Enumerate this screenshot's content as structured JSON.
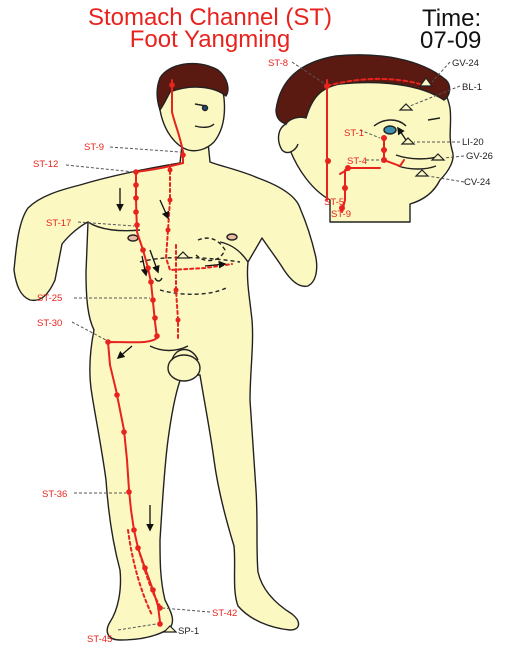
{
  "title_line1": "Stomach Channel (ST)",
  "title_line2": "Foot Yangming",
  "time_label": "Time:",
  "time_value": "07-09",
  "colors": {
    "channel": "#e8231d",
    "skin": "#fbf8c2",
    "hair": "#5a1a12",
    "outline": "#222222",
    "label": "#e8231d",
    "other_point": "#222222"
  },
  "points": {
    "st8": "ST-8",
    "st1": "ST-1",
    "st4": "ST-4",
    "st5": "ST-5",
    "st9_head": "ST-9",
    "st9": "ST-9",
    "st12": "ST-12",
    "st17": "ST-17",
    "st25": "ST-25",
    "st30": "ST-30",
    "st36": "ST-36",
    "st42": "ST-42",
    "st45": "ST-45"
  },
  "other_points": {
    "gv24": "GV-24",
    "bl1": "BL-1",
    "li20": "LI-20",
    "gv26": "GV-26",
    "cv24": "CV-24",
    "sp1": "SP-1"
  }
}
